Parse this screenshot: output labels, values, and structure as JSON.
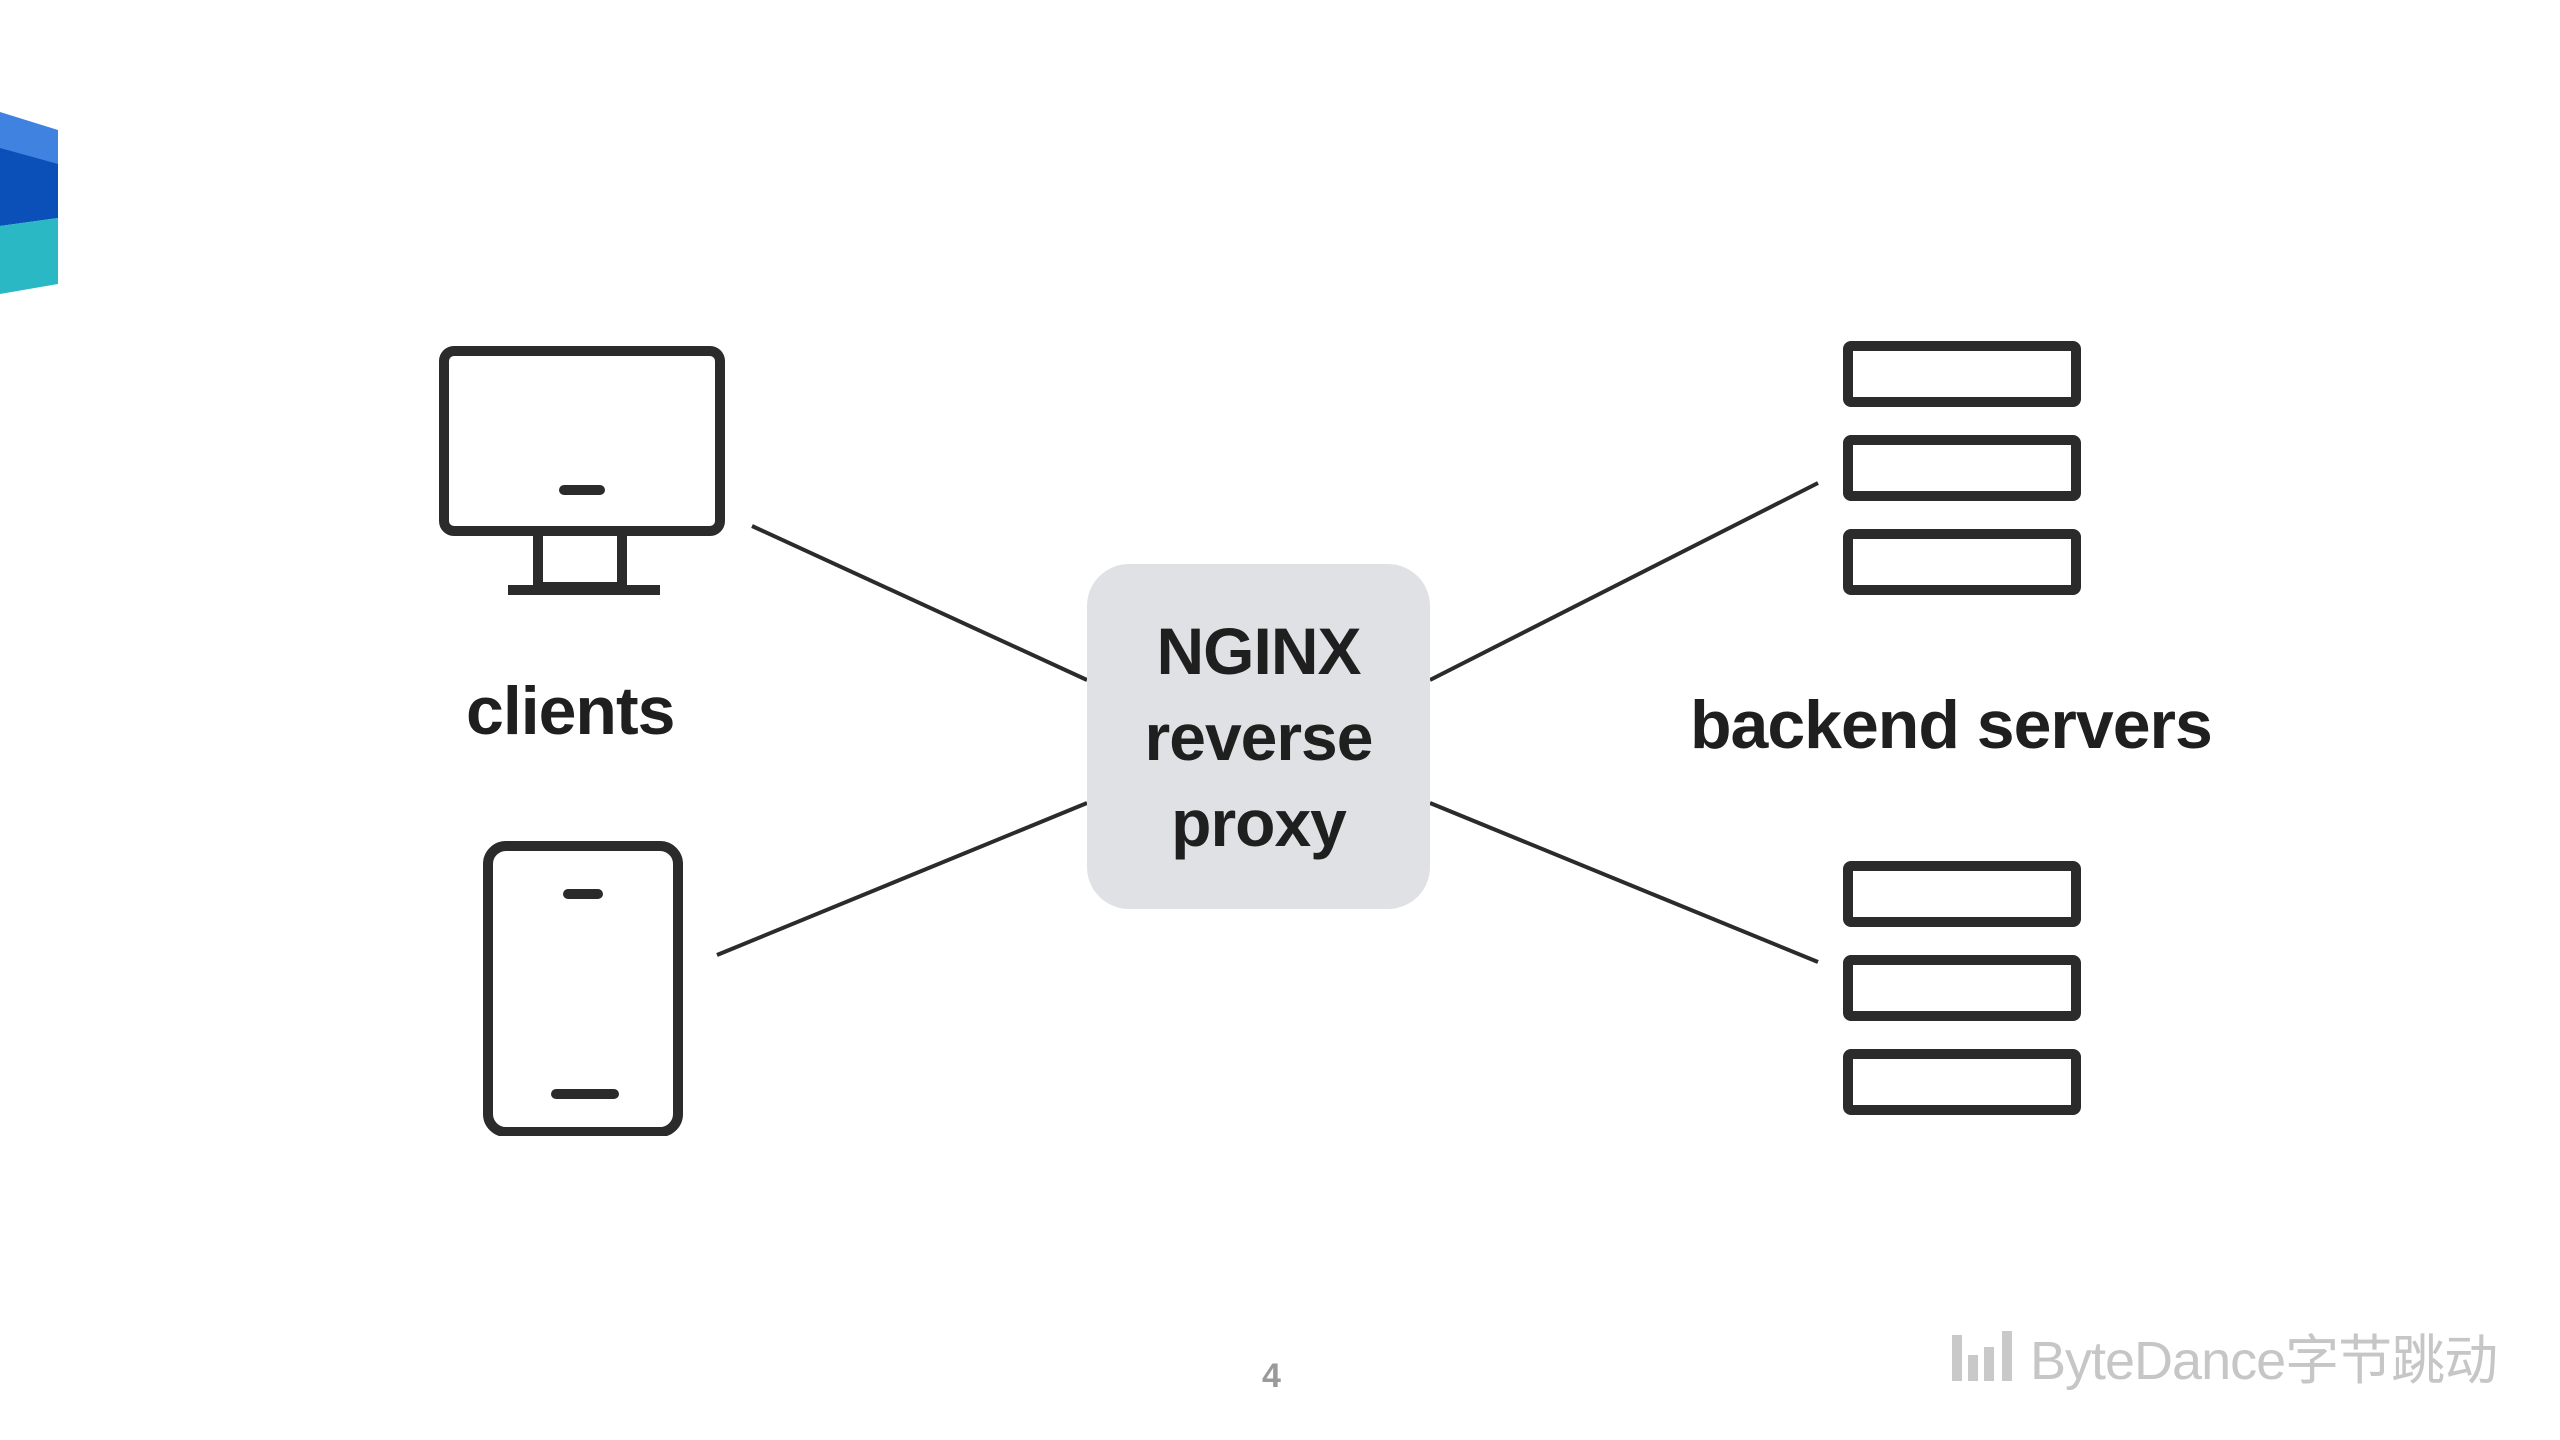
{
  "diagram": {
    "clients_label": "clients",
    "backend_label": "backend servers",
    "proxy_lines": [
      "NGINX",
      "reverse",
      "proxy"
    ]
  },
  "footer": {
    "page_number": "4",
    "watermark_text": "ByteDance字节跳动"
  },
  "icons": {
    "desktop": "desktop-monitor-icon",
    "phone": "mobile-phone-icon",
    "server_stack_top": "server-stack-icon",
    "server_stack_bottom": "server-stack-icon",
    "logo": "bytedance-bars-logo",
    "corner": "corner-brand-logo"
  },
  "colors": {
    "stroke": "#2b2b2b",
    "proxy_fill": "#e0e1e4",
    "text": "#1f1f1f",
    "watermark": "#c6c6c6",
    "corner_blue_dark": "#0b4fb8",
    "corner_blue_light": "#3f82e0",
    "corner_teal": "#2ab9c4"
  }
}
